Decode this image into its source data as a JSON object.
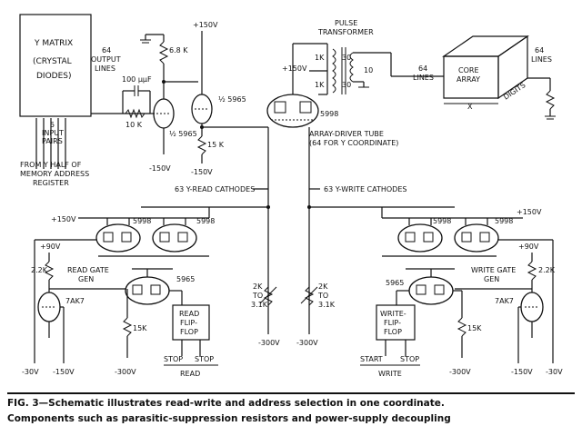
{
  "labels": {
    "y_matrix": "Y MATRIX",
    "y_matrix_sub1": "(CRYSTAL",
    "y_matrix_sub2": "DIODES)",
    "input_pairs_1": "5",
    "input_pairs_2": "INPUT",
    "input_pairs_3": "PAIRS",
    "from_y_1": "FROM Y HALF OF",
    "from_y_2": "MEMORY ADDRESS",
    "from_y_3": "REGISTER",
    "output_lines_1": "64",
    "output_lines_2": "OUTPUT",
    "output_lines_3": "LINES",
    "cap_100": "100 µµF",
    "r_10k": "10 K",
    "half_5965_a": "½ 5965",
    "half_5965_b": "½ 5965",
    "minus150_a": "-150V",
    "minus150_b": "-150V",
    "plus150_top": "+150V",
    "r_68k": "6.8 K",
    "r_15k_top": "15 K",
    "pulse_transformer_1": "PULSE",
    "pulse_transformer_2": "TRANSFORMER",
    "r_1k_a": "1K",
    "r_1k_b": "1K",
    "plus150_mid": "+150V",
    "t30_a": "30",
    "t30_b": "30",
    "t10": "10",
    "tube_5998_top": "5998",
    "array_driver_1": "ARRAY-DRIVER TUBE",
    "array_driver_2": "(64 FOR Y COORDINATE)",
    "core_array_1": "CORE",
    "core_array_2": "ARRAY",
    "lines_64_left_1": "64",
    "lines_64_left_2": "LINES",
    "lines_64_right_1": "64",
    "lines_64_right_2": "LINES",
    "x_label": "X",
    "digits_label": "DIGITS",
    "y_read": "63 Y-READ CATHODES",
    "y_write": "63 Y-WRITE CATHODES",
    "plus150_left": "+150V",
    "t5998_l1": "5998",
    "t5998_l2": "5998",
    "plus90_left": "+90V",
    "r_22k_left": "2.2K",
    "read_gate_1": "READ GATE",
    "read_gate_2": "GEN",
    "t5965_left": "5965",
    "t7ak7_left": "7AK7",
    "r_15k_left": "15K",
    "read_ff_1": "READ",
    "read_ff_2": "FLIP-",
    "read_ff_3": "FLOP",
    "stop_a": "STOP",
    "stop_b": "STOP",
    "read_label": "READ",
    "m30_left": "-30V",
    "m150_left": "-150V",
    "m300_left": "-300V",
    "pot_2k_a": "2K",
    "pot_to_a": "TO",
    "pot_31k_a": "3.1K",
    "pot_2k_b": "2K",
    "pot_to_b": "TO",
    "pot_31k_b": "3.1K",
    "m300_mid_a": "-300V",
    "m300_mid_b": "-300V",
    "t5998_r1": "5998",
    "t5998_r2": "5998",
    "plus150_right": "+150V",
    "write_gate_1": "WRITE GATE",
    "write_gate_2": "GEN",
    "t5965_right": "5965",
    "plus90_right": "+90V",
    "r_22k_right": "2.2K",
    "t7ak7_right": "7AK7",
    "write_ff_1": "WRITE-",
    "write_ff_2": "FLIP-",
    "write_ff_3": "FLOP",
    "r_15k_right": "15K",
    "start_label": "START",
    "stop_c": "STOP",
    "write_label": "WRITE",
    "m300_right": "-300V",
    "m150_right": "-150V",
    "m30_right": "-30V"
  },
  "caption": {
    "line1": "FIG. 3—Schematic illustrates read-write and address selection in one coordinate.",
    "line2": "Components such as parasitic-suppression resistors and power-supply decoupling"
  }
}
